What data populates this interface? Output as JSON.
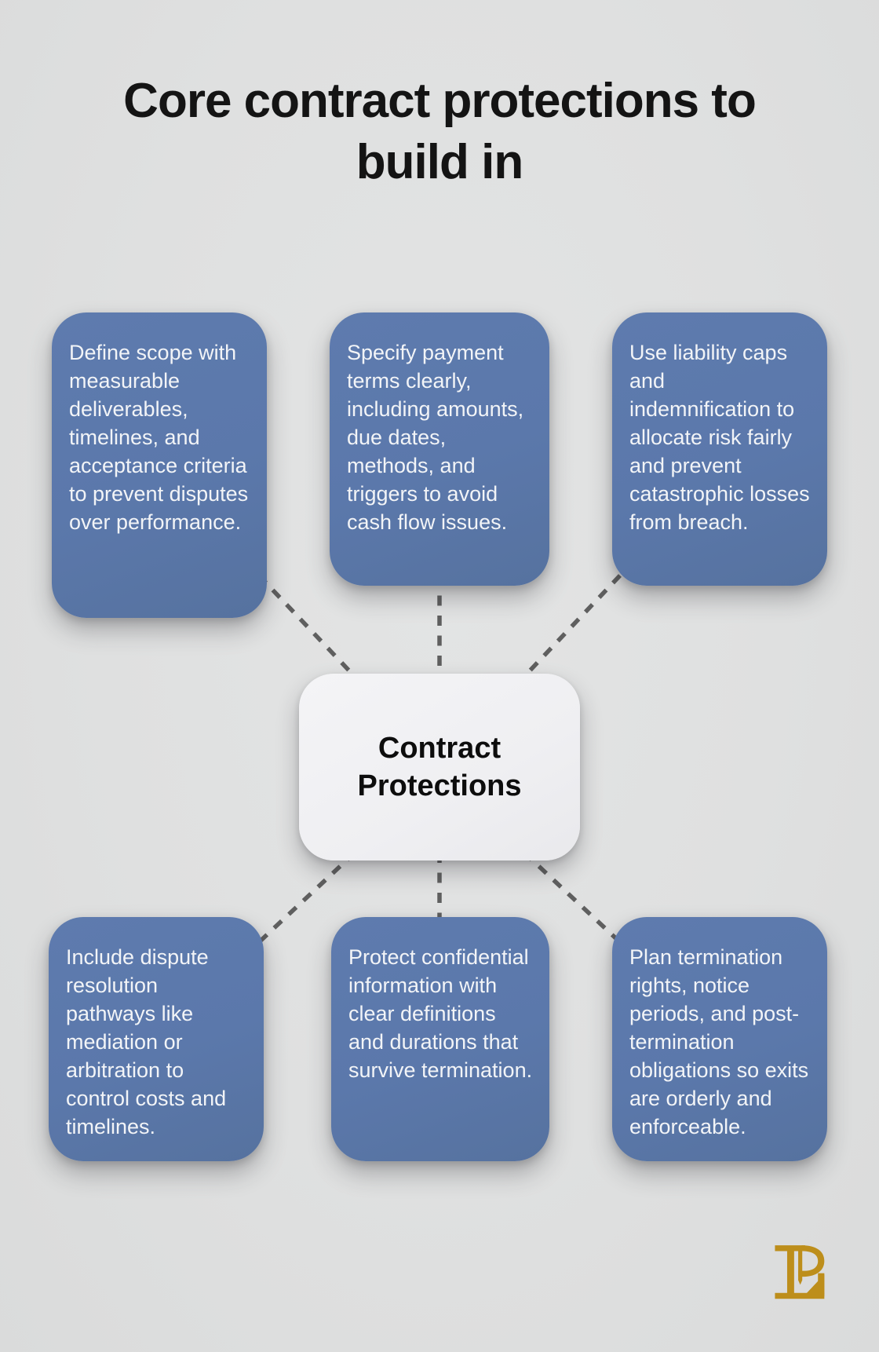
{
  "title": {
    "text": "Core contract protections to build in",
    "line1": "Core contract protections to",
    "line2": "build in"
  },
  "center": {
    "label": "Contract Protections"
  },
  "nodes": [
    {
      "id": "define-scope",
      "text": "Define scope with measurable deliverables, timelines, and acceptance criteria to prevent disputes over performance."
    },
    {
      "id": "payment-terms",
      "text": "Specify payment terms clearly, including amounts, due dates, methods, and triggers to avoid cash flow issues."
    },
    {
      "id": "liability-caps",
      "text": "Use liability caps and indemnification to allocate risk fairly and prevent catastrophic losses from breach."
    },
    {
      "id": "dispute-resolution",
      "text": "Include dispute resolution pathways like mediation or arbitration to control costs and timelines."
    },
    {
      "id": "confidentiality",
      "text": "Protect confidential information with clear definitions and durations that survive termination."
    },
    {
      "id": "termination",
      "text": "Plan termination rights, notice periods, and post-termination obligations so exits are orderly and enforceable."
    }
  ],
  "logo": {
    "icon": "gold-monogram-pl"
  },
  "colors": {
    "background": "#dfe0e0",
    "card_blue": "#5b78ab",
    "card_text": "#f2f4f7",
    "center_bg": "#f0f1f3",
    "center_text": "#0d0d0d",
    "connector_gray": "#5f5f5f",
    "title_black": "#141414",
    "logo_gold": "#bd8e1b"
  }
}
